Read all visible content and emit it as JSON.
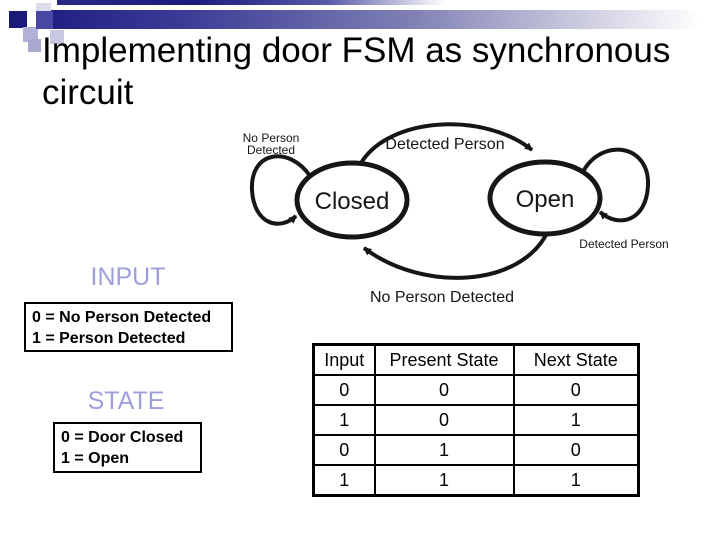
{
  "slide": {
    "title": "Implementing door FSM as synchronous\ncircuit"
  },
  "diagram": {
    "states": [
      {
        "name": "Closed"
      },
      {
        "name": "Open"
      }
    ],
    "labels": {
      "top_arc": "Detected Person",
      "bottom_arc": "No Person Detected",
      "left_loop_line1": "No Person",
      "left_loop_line2": "Detected",
      "right_loop": "Detected Person"
    }
  },
  "input_legend": {
    "heading": "INPUT",
    "lines": "0 = No Person Detected\n1 = Person Detected"
  },
  "state_legend": {
    "heading": "STATE",
    "lines": "0 = Door Closed\n1 = Open"
  },
  "truth_table": {
    "headers": [
      "Input",
      "Present State",
      "Next State"
    ],
    "rows": [
      [
        "0",
        "0",
        "0"
      ],
      [
        "1",
        "0",
        "1"
      ],
      [
        "0",
        "1",
        "0"
      ],
      [
        "1",
        "1",
        "1"
      ]
    ]
  },
  "colors": {
    "heading_accent": "#9e9edd",
    "bar_navy": "#1e1e82",
    "diagram_ink": "#161616"
  }
}
